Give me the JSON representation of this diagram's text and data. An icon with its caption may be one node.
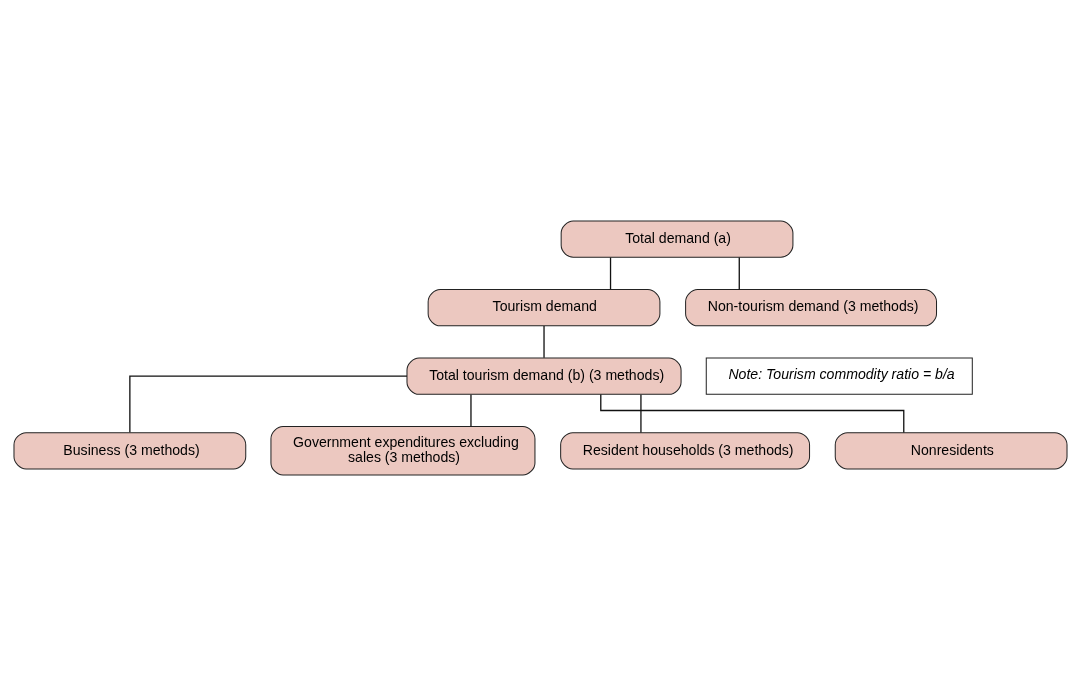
{
  "diagram": {
    "nodes": [
      {
        "text": [
          "Total demand (a)"
        ]
      },
      {
        "text": [
          "Tourism demand"
        ]
      },
      {
        "text": [
          "Non-tourism demand (3 methods)"
        ]
      },
      {
        "text": [
          "Note: Tourism commodity ratio = b/a"
        ]
      },
      {
        "text": [
          "Total tourism demand (b) (3 methods)"
        ]
      },
      {
        "text": [
          "Business (3 methods)"
        ]
      },
      {
        "text": [
          "Government expenditures excluding sales (3 methods)"
        ]
      },
      {
        "text": [
          "Resident households (3 methods)"
        ]
      },
      {
        "text": [
          "Nonresidents"
        ]
      }
    ],
    "edges": [
      {
        "from": 0,
        "to": 1,
        "arrow": "none"
      },
      {
        "from": 0,
        "to": 2,
        "arrow": "none"
      },
      {
        "from": 1,
        "to": 4,
        "arrow": "none"
      },
      {
        "from": 4,
        "to": 5,
        "arrow": "none"
      },
      {
        "from": 4,
        "to": 6,
        "arrow": "none"
      },
      {
        "from": 4,
        "to": 7,
        "arrow": "none"
      },
      {
        "from": 4,
        "to": 8,
        "arrow": "none"
      }
    ]
  }
}
